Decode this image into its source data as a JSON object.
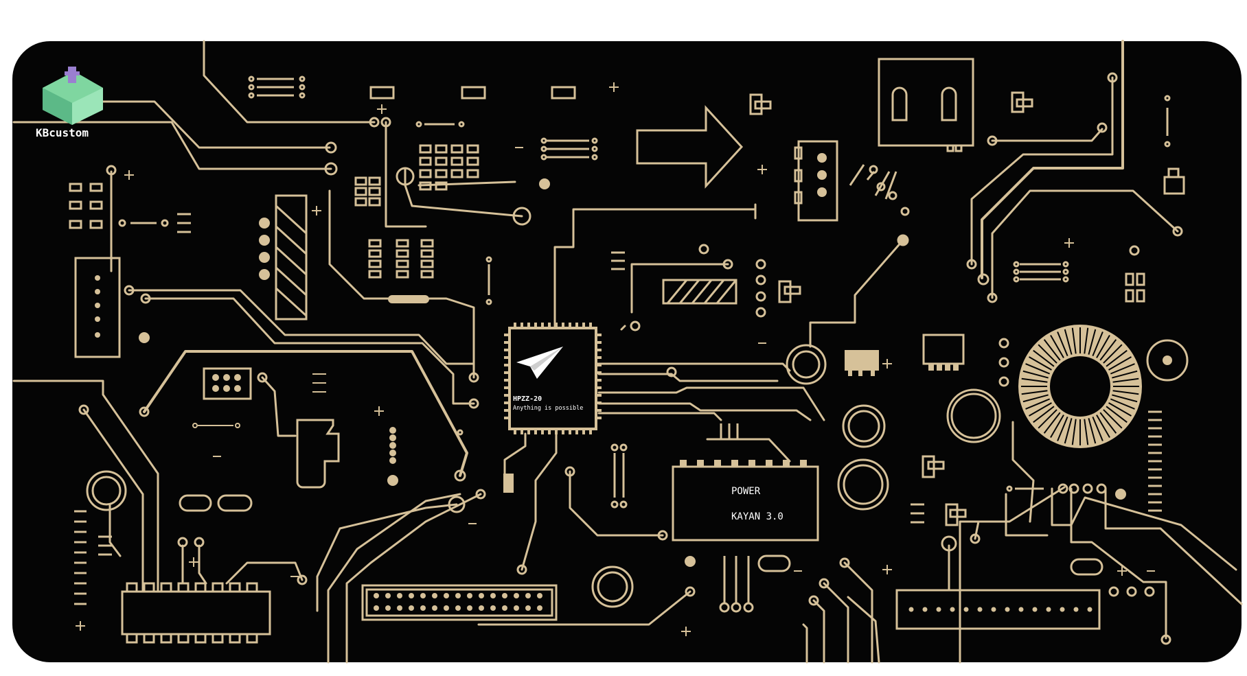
{
  "brand": {
    "name": "KBcustom",
    "logo": "keyboard-switch-icon"
  },
  "chip": {
    "model": "HPZZ-20",
    "tagline": "Anything is possible",
    "icon": "paper-plane-icon"
  },
  "power_module": {
    "line1": "POWER",
    "line2": "KAYAN 3.0"
  },
  "colors": {
    "board": "#050505",
    "trace": "#d6c199",
    "trace_light": "#e6d3ab",
    "brand_text": "#ffffff",
    "logo_key": "#7fd6a0",
    "logo_stem": "#9a7fd0"
  }
}
